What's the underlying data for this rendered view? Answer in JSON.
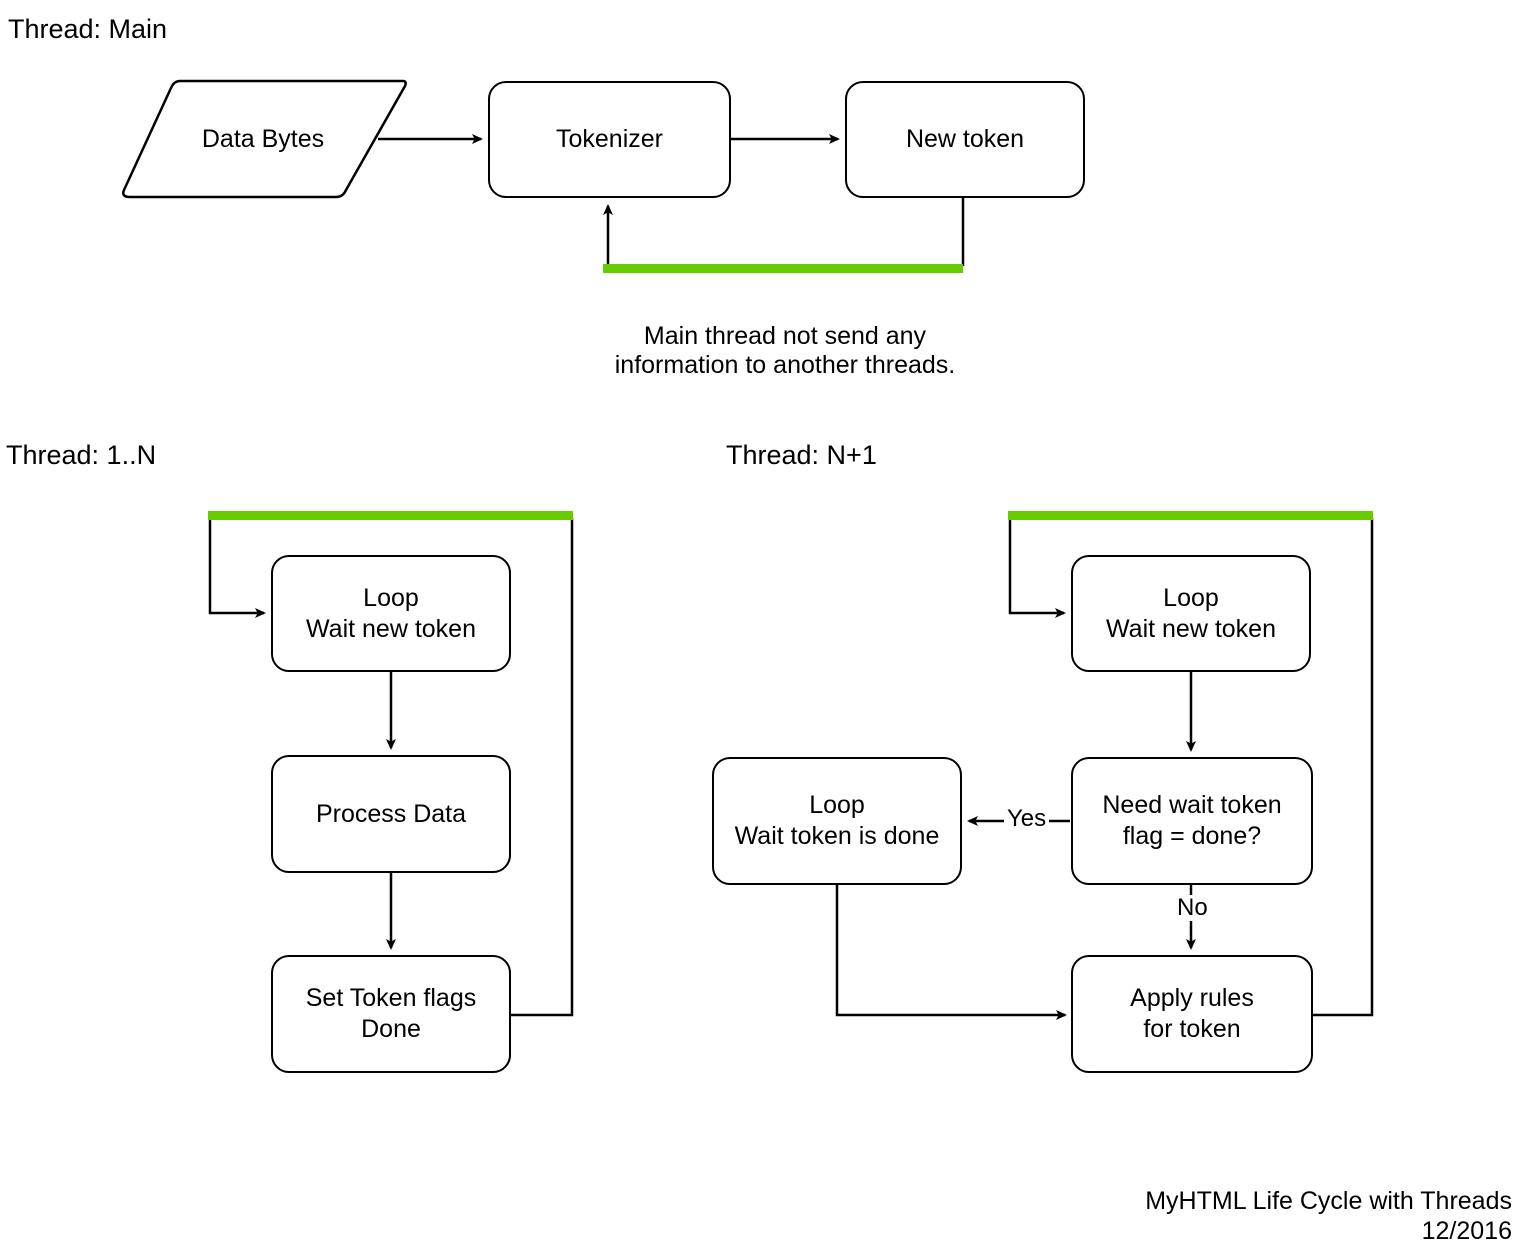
{
  "diagram": {
    "title_footer": "MyHTML Life Cycle with Threads",
    "date_footer": "12/2016",
    "accent_green": "#66CC00",
    "line_color": "#000000",
    "sections": {
      "main": {
        "label": "Thread: Main",
        "nodes": {
          "data_bytes": "Data Bytes",
          "tokenizer": "Tokenizer",
          "new_token": "New token"
        },
        "caption_line1": "Main thread not send any",
        "caption_line2": "information to another threads."
      },
      "workers": {
        "label": "Thread: 1..N",
        "nodes": {
          "loop_wait_line1": "Loop",
          "loop_wait_line2": "Wait new token",
          "process_data": "Process Data",
          "set_flags_line1": "Set Token flags",
          "set_flags_line2": "Done"
        }
      },
      "tree_builder": {
        "label": "Thread: N+1",
        "nodes": {
          "loop_wait_line1": "Loop",
          "loop_wait_line2": "Wait new token",
          "loop_done_line1": "Loop",
          "loop_done_line2": "Wait token is done",
          "need_wait_line1": "Need wait token",
          "need_wait_line2": "flag = done?",
          "apply_rules_line1": "Apply rules",
          "apply_rules_line2": "for token"
        },
        "edge_labels": {
          "yes": "Yes",
          "no": "No"
        }
      }
    }
  }
}
